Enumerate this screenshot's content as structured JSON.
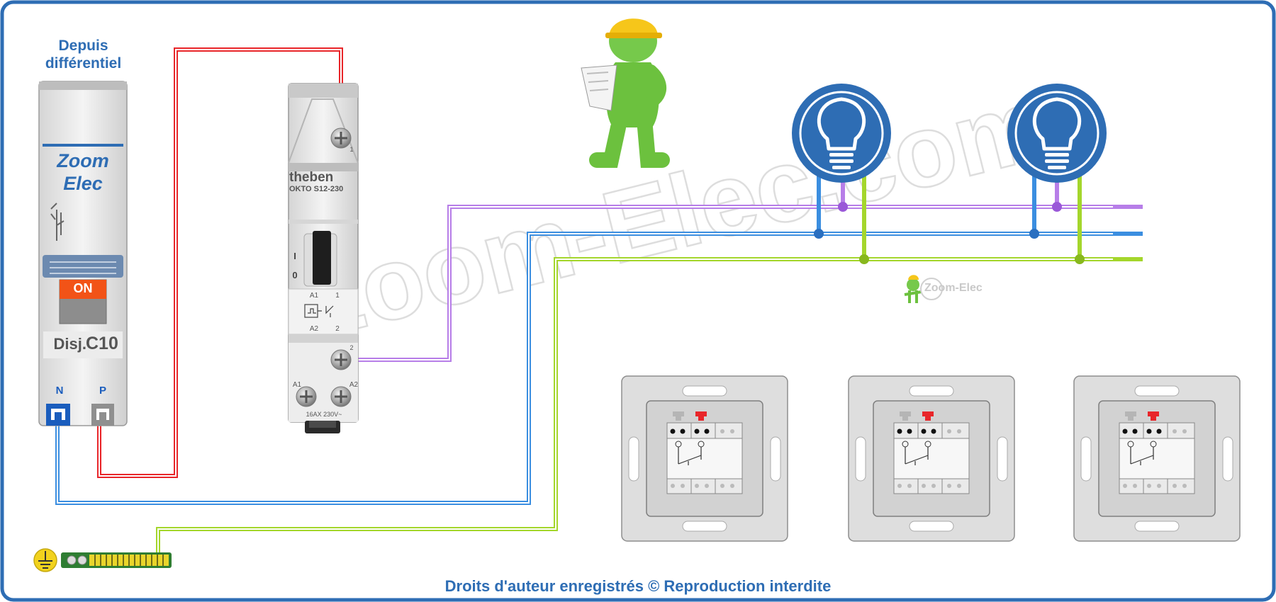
{
  "header": {
    "source_line1": "Depuis",
    "source_line2": "différentiel"
  },
  "breaker": {
    "brand_line1": "Zoom",
    "brand_line2": "Elec",
    "state_label": "ON",
    "type_label": "Disj.",
    "rating_label": "C10",
    "terminal_n": "N",
    "terminal_p": "P"
  },
  "relay": {
    "brand": "theben",
    "model": "OKTO S12-230",
    "switch_on": "I",
    "switch_off": "0",
    "coil_a1": "A1",
    "coil_a2": "A2",
    "contact_1": "1",
    "contact_2": "2",
    "bottom_a1": "A1",
    "bottom_a2": "A2",
    "top_terminal": "1",
    "mid_terminal": "2",
    "rating": "16AX 230V~"
  },
  "logo": {
    "text": "Zoom-Elec"
  },
  "watermark": {
    "text": "Zoom-Elec.com"
  },
  "footer": {
    "copyright": "Droits d'auteur enregistrés © Reproduction interdite"
  },
  "colors": {
    "phase": "#e8262a",
    "neutral": "#3b8ee0",
    "earth": "#a4d62c",
    "return": "#b77ee8",
    "frame": "#2e6db4",
    "lamp": "#2e6db4"
  },
  "icons": [
    "lightbulb-icon",
    "earth-ground-icon",
    "worker-figure-icon",
    "push-button-icon"
  ]
}
